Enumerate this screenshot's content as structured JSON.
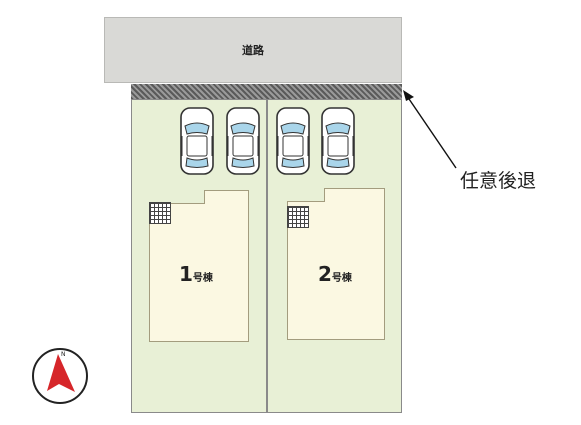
{
  "road": {
    "label": "道路"
  },
  "houses": [
    {
      "number": "1",
      "suffix": "号棟"
    },
    {
      "number": "2",
      "suffix": "号棟"
    }
  ],
  "callout": {
    "label": "任意後退"
  },
  "compass": {
    "north_label": "N"
  },
  "colors": {
    "lot_fill": "#e8f0d6",
    "house_fill": "#fbf8e2",
    "road_fill": "#d9d9d6",
    "compass_arrow": "#d6262a"
  },
  "icons": [
    "car-icon",
    "compass-icon",
    "arrow-icon"
  ]
}
